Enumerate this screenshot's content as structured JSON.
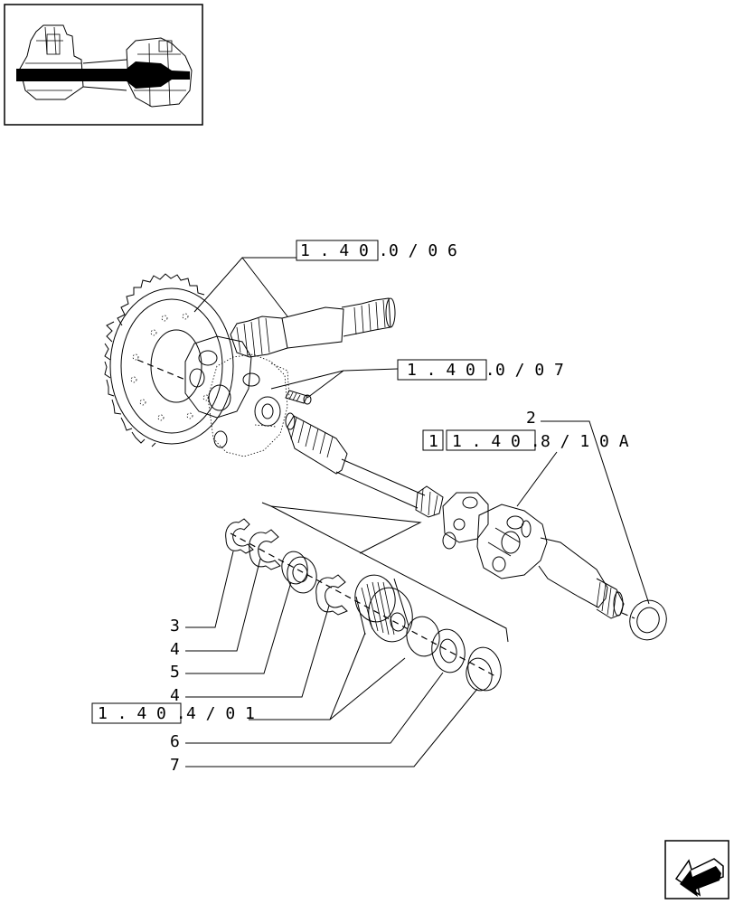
{
  "references": {
    "ref_1": {
      "boxed": "1 . 4 0 .",
      "rest": "0 / 0 6"
    },
    "ref_2": {
      "boxed": "1 . 4 0 .",
      "rest": "0 / 0 7"
    },
    "ref_3": {
      "prefix": "1",
      "boxed": "1 . 4 0 .",
      "rest": "8 / 1 0 A"
    },
    "ref_4": {
      "boxed": "1 . 4 0 .",
      "rest": "4 / 0 1"
    }
  },
  "callouts": {
    "c2": "2",
    "c3": "3",
    "c4a": "4",
    "c5": "5",
    "c4b": "4",
    "c6": "6",
    "c7": "7"
  },
  "icons": {
    "thumbnail": "axle-assembly-thumbnail",
    "nav": "arrow-back-icon"
  }
}
